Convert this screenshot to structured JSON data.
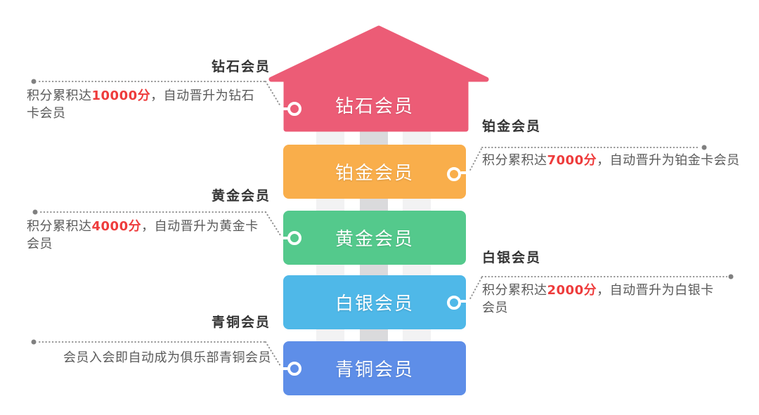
{
  "colors": {
    "diamond": "#ec5c76",
    "platinum": "#f9ae4b",
    "gold": "#54c98c",
    "silver": "#4fb8e8",
    "bronze": "#5e8ee8",
    "highlight_number": "#ee3c3c",
    "connector": "#8f8f8f"
  },
  "tiers": [
    {
      "name": "diamond",
      "bar_label": "钻石会员",
      "side": "left",
      "side_label": "钻石会员",
      "desc": {
        "prefix": "积分累积达",
        "points": "10000分",
        "suffix": "，自动晋升为钻石卡会员"
      }
    },
    {
      "name": "platinum",
      "bar_label": "铂金会员",
      "side": "right",
      "side_label": "铂金会员",
      "desc": {
        "prefix": "积分累积达",
        "points": "7000分",
        "suffix": "，自动晋升为铂金卡会员"
      }
    },
    {
      "name": "gold",
      "bar_label": "黄金会员",
      "side": "left",
      "side_label": "黄金会员",
      "desc": {
        "prefix": "积分累积达",
        "points": "4000分",
        "suffix": "，自动晋升为黄金卡会员"
      }
    },
    {
      "name": "silver",
      "bar_label": "白银会员",
      "side": "right",
      "side_label": "白银会员",
      "desc": {
        "prefix": "积分累积达",
        "points": "2000分",
        "suffix": "，自动晋升为白银卡会员"
      }
    },
    {
      "name": "bronze",
      "bar_label": "青铜会员",
      "side": "left",
      "side_label": "青铜会员",
      "desc": {
        "prefix": "会员入会即自动成为俱乐部青铜会员",
        "points": "",
        "suffix": ""
      }
    }
  ]
}
